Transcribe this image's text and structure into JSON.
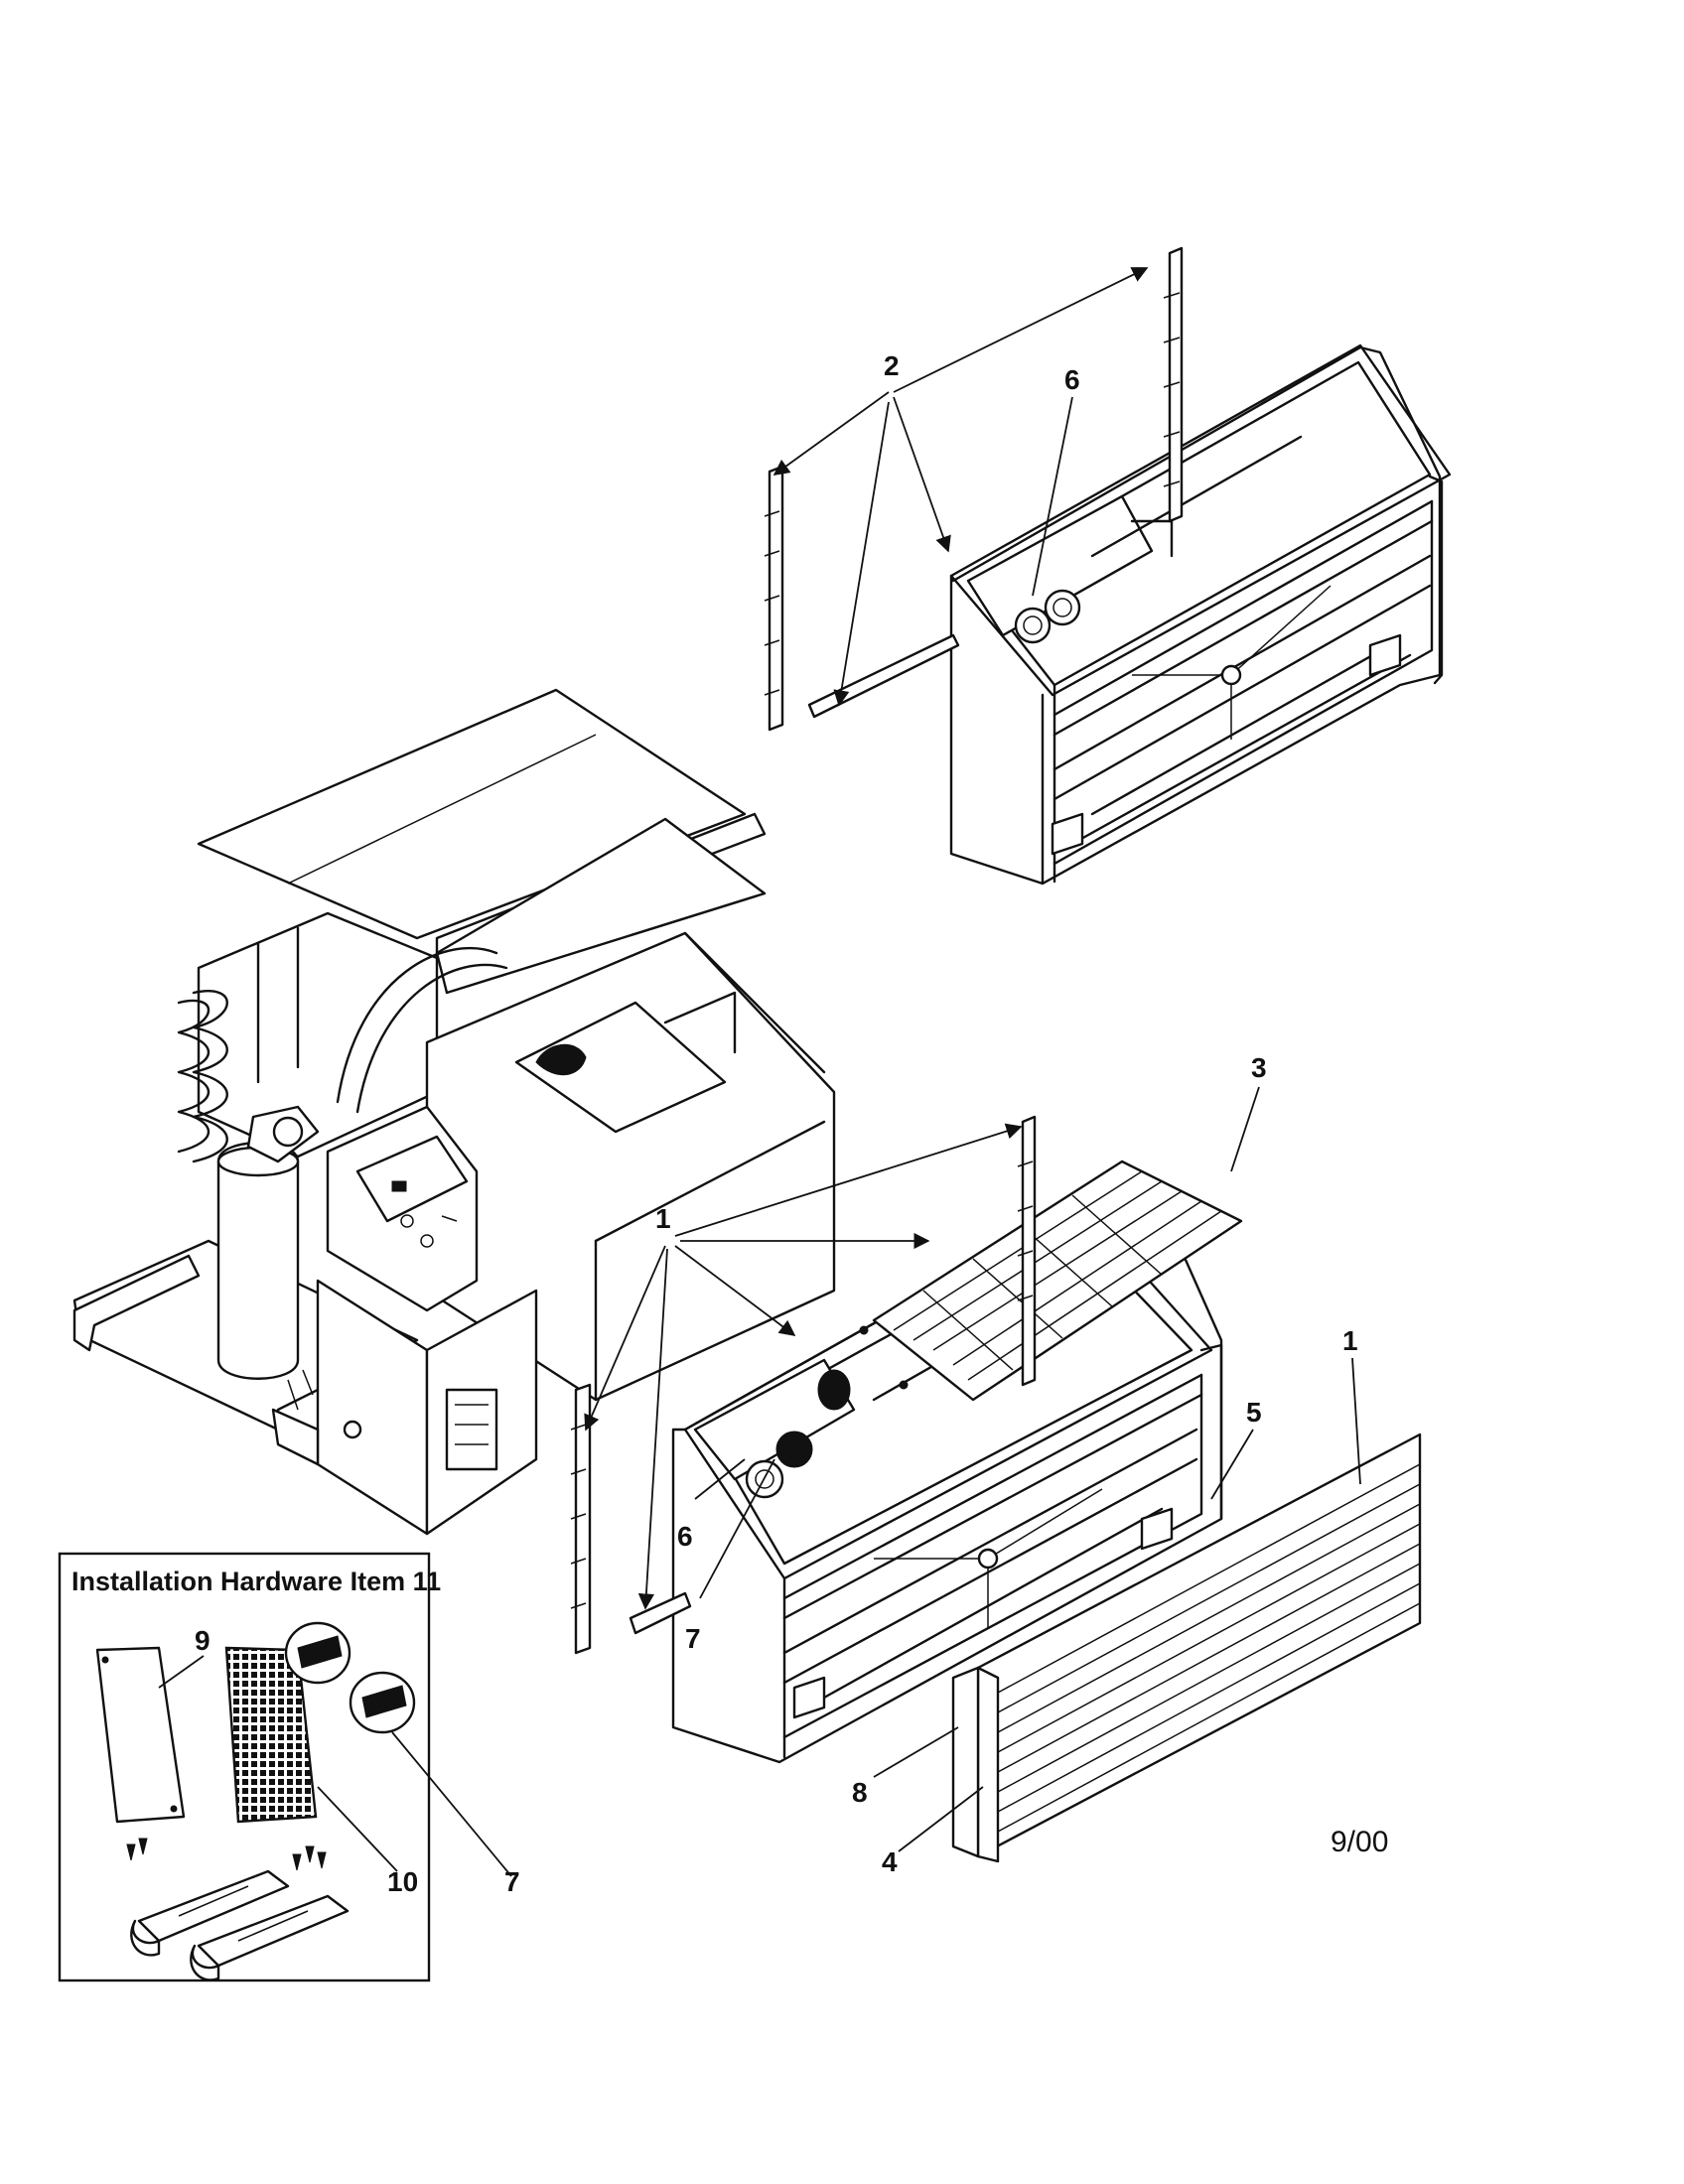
{
  "callouts": {
    "c1a": "1",
    "c1b": "1",
    "c2": "2",
    "c3": "3",
    "c4": "4",
    "c5": "5",
    "c6a": "6",
    "c6b": "6",
    "c7a": "7",
    "c7b": "7",
    "c8": "8",
    "c9": "9",
    "c10": "10"
  },
  "inset": {
    "title": "Installation Hardware Item 11"
  },
  "footer": {
    "date": "9/00"
  }
}
